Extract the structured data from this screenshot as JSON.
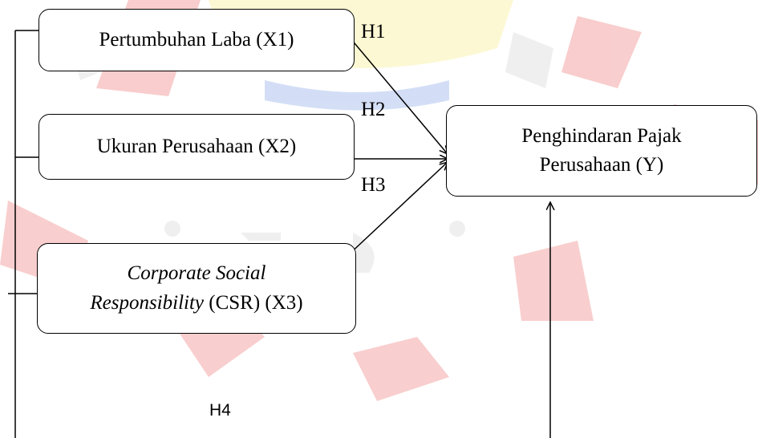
{
  "diagram": {
    "nodes": {
      "x1": {
        "label": "Pertumbuhan Laba (X1)"
      },
      "x2": {
        "label": "Ukuran Perusahaan (X2)"
      },
      "x3": {
        "line1_italic": "Corporate Social",
        "line2_italic": "Responsibility",
        "line2_rest": " (CSR) (X3)"
      },
      "y": {
        "line1": "Penghindaran Pajak",
        "line2": "Perusahaan (Y)"
      }
    },
    "hypotheses": {
      "h1": "H1",
      "h2": "H2",
      "h3": "H3",
      "h4": "H4"
    }
  },
  "colors": {
    "watermark_red": "#e52222",
    "watermark_yellow": "#f5e33a",
    "watermark_blue": "#3a6fd8",
    "watermark_gray": "#b8b8b8",
    "line": "#000000"
  }
}
